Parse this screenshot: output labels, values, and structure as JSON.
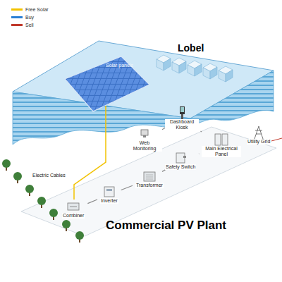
{
  "diagram": {
    "title": "Commercial PV Plant",
    "nodes": [
      {
        "text": [
          "Combiner"
        ]
      },
      {
        "text": [
          "Inverter"
        ]
      },
      {
        "text": [
          "Transformer"
        ]
      },
      {
        "text": [
          "Safety Switch"
        ]
      },
      {
        "text": [
          "Main Electrical Panel"
        ]
      },
      {
        "text": [
          "Dashboard Kiosk"
        ]
      },
      {
        "text": [
          "Web Monitoring"
        ]
      },
      {
        "text": [
          "Utility Grid"
        ]
      }
    ],
    "edges": [
      {
        "from": 0,
        "to": 1,
        "arrow": "none"
      },
      {
        "from": 1,
        "to": 2,
        "arrow": "none"
      },
      {
        "from": 2,
        "to": 3,
        "arrow": "none"
      },
      {
        "from": 3,
        "to": 4,
        "arrow": "none"
      },
      {
        "from": 4,
        "to": 7,
        "arrow": "none"
      },
      {
        "from": 6,
        "to": 5,
        "arrow": "none"
      },
      {
        "from": 5,
        "to": 4,
        "arrow": "none"
      }
    ],
    "labels": [
      "Lobel",
      "Solar panels",
      "Electric Cables"
    ],
    "legend": [
      {
        "text": "Free Solar",
        "color": "#f2c200"
      },
      {
        "text": "Buy",
        "color": "#2a7fd4"
      },
      {
        "text": "Sell",
        "color": "#c0392b"
      }
    ]
  }
}
